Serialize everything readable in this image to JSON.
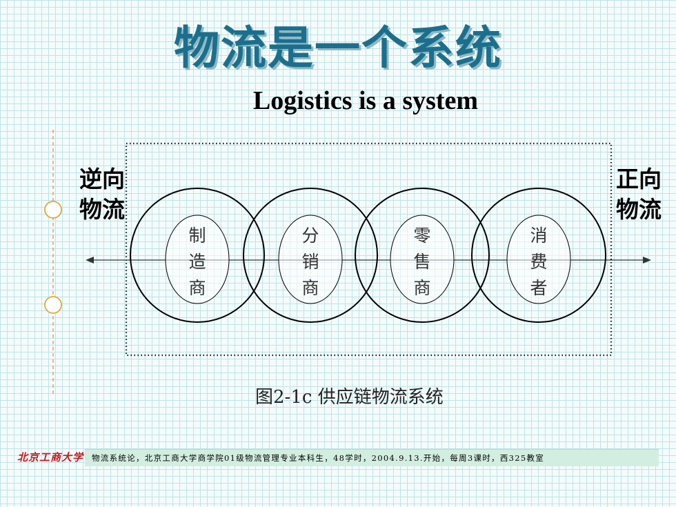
{
  "title": "物流是一个系统",
  "subtitle": "Logistics is a system",
  "left_label": {
    "line1": "逆向",
    "line2": "物流"
  },
  "right_label": {
    "line1": "正向",
    "line2": "物流"
  },
  "nodes": [
    {
      "id": "manufacturer",
      "chars": [
        "制",
        "造",
        "商"
      ]
    },
    {
      "id": "distributor",
      "chars": [
        "分",
        "销",
        "商"
      ]
    },
    {
      "id": "retailer",
      "chars": [
        "零",
        "售",
        "商"
      ]
    },
    {
      "id": "consumer",
      "chars": [
        "消",
        "费",
        "者"
      ]
    }
  ],
  "caption": "图2-1c  供应链物流系统",
  "footer": {
    "logo": "北京工商大学",
    "text": "物流系统论，北京工商大学商学院01级物流管理专业本科生，48学时，2004.9.13.开始，每周3课时，西325教室"
  },
  "colors": {
    "title": "#1c6f8c",
    "footer_bg": "#d2eee1",
    "logo": "#c8161d",
    "bullet": "#e0a93a"
  }
}
